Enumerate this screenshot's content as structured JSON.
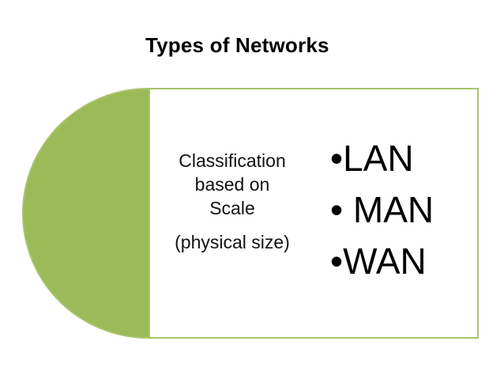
{
  "title": "Types of Networks",
  "classification": {
    "line1": "Classification",
    "line2": "based on",
    "line3": "Scale",
    "line4": "(physical size)"
  },
  "items": [
    "•LAN",
    "• MAN",
    "•WAN"
  ],
  "colors": {
    "accent_fill": "#9bbb59",
    "border": "#a8c46b"
  }
}
